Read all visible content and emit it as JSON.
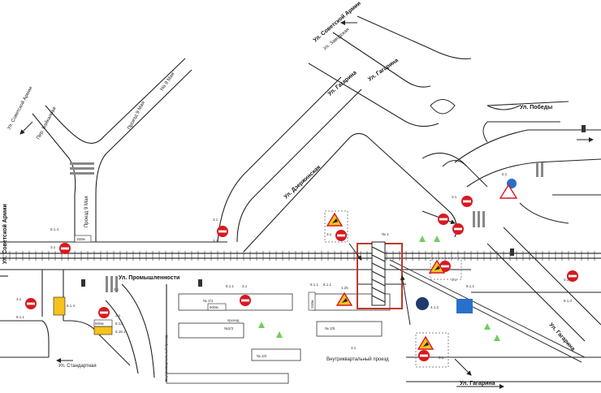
{
  "streets": {
    "sovetskoy_armii_top": "Ул. Советской Армии",
    "zavodskaya": "Ул. Заводская",
    "gagarina_top": "Ул. Гагарина",
    "gagarina_mid": "Ул. Гагарина",
    "pobedy": "Ул. Победы",
    "dzerzhinskogo": "Ул. Дзержинская",
    "promyshlennosti": "Ул. Промышленности",
    "proezd_9_maya_a": "Проезд 9 Мая",
    "proezd_9_maya_b": "Проезд 9 Мая",
    "na_9_maya": "На 9 Мая",
    "per_baikalova": "Пер. Байкалова",
    "sovetskoy_armii_left": "Ул. Советской Армии",
    "sovetskoy_armii_vert": "Ул. Советской Армии",
    "standartnaya": "Ул. Стандартная",
    "gagarina_bottom": "Ул. Гагарина",
    "gagarina_right": "Ул. Гагарина",
    "vnutrikvartalny": "Внутриквартальный проезд",
    "vnutrikv_vert": "Внутриквартальный проезд",
    "proezd_small": "проезд"
  },
  "sign_codes": [
    "3.1",
    "8.1.4",
    "3.1",
    "8.1.1",
    "8.1.4",
    "3.1",
    "3.1",
    "8.13",
    "8.1.1",
    "3.1",
    "3.1",
    "3.1",
    "8.1.1",
    "8.18.1",
    "3.1",
    "1.25",
    "3.1",
    "8.1.1",
    "3.1",
    "4.1.2",
    "3.1",
    "8.1.1",
    "3.1",
    "8.1.4",
    "3.1",
    "5.1"
  ],
  "distance_plates": [
    "600м",
    "150м",
    "600м",
    "150м"
  ],
  "building_nos": [
    "№ 2",
    "№2/3",
    "№ 2/2",
    "№ 2/5",
    "№ 2/1"
  ],
  "colors": {
    "road": "#222222",
    "restriction": "#d71920",
    "rail": "#333333",
    "crossing_box": "#c0392b",
    "info_blue": "#2a6fc9",
    "tree": "#6fcf5a"
  }
}
